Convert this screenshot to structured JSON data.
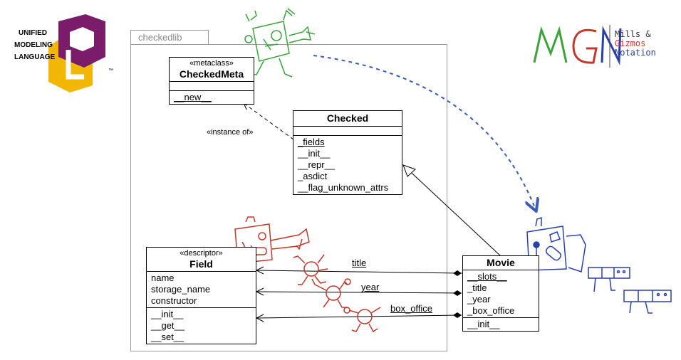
{
  "logos": {
    "uml": {
      "line1": "UNIFIED",
      "line2": "MODELING",
      "line3": "LANGUAGE",
      "tm": "™"
    },
    "mgn": {
      "letters": "MGN",
      "line1": "Mills &",
      "line2": "Gizmos",
      "line3": "Notation"
    }
  },
  "package": {
    "name": "checkedlib"
  },
  "classes": {
    "checked_meta": {
      "stereotype": "«metaclass»",
      "name": "CheckedMeta",
      "methods": [
        "__new__"
      ]
    },
    "checked": {
      "name": "Checked",
      "members": [
        "_fields",
        "__init__",
        "__repr__",
        "_asdict",
        "__flag_unknown_attrs"
      ]
    },
    "field": {
      "stereotype": "«descriptor»",
      "name": "Field",
      "attributes": [
        "name",
        "storage_name",
        "constructor"
      ],
      "methods": [
        "__init__",
        "__get__",
        "__set__"
      ]
    },
    "movie": {
      "name": "Movie",
      "attributes": [
        "__slots__",
        "_title",
        "_year",
        "_box_office"
      ],
      "methods": [
        "__init__"
      ]
    }
  },
  "relations": {
    "instance_of": "«instance of»",
    "title": "title",
    "year": "year",
    "box_office": "box_office"
  },
  "colors": {
    "gizmo_green": "#3aa33a",
    "gizmo_red": "#c0392b",
    "gizmo_blue": "#2a3fa8",
    "uml_purple": "#7b1c6b",
    "uml_yellow": "#f2b705"
  }
}
